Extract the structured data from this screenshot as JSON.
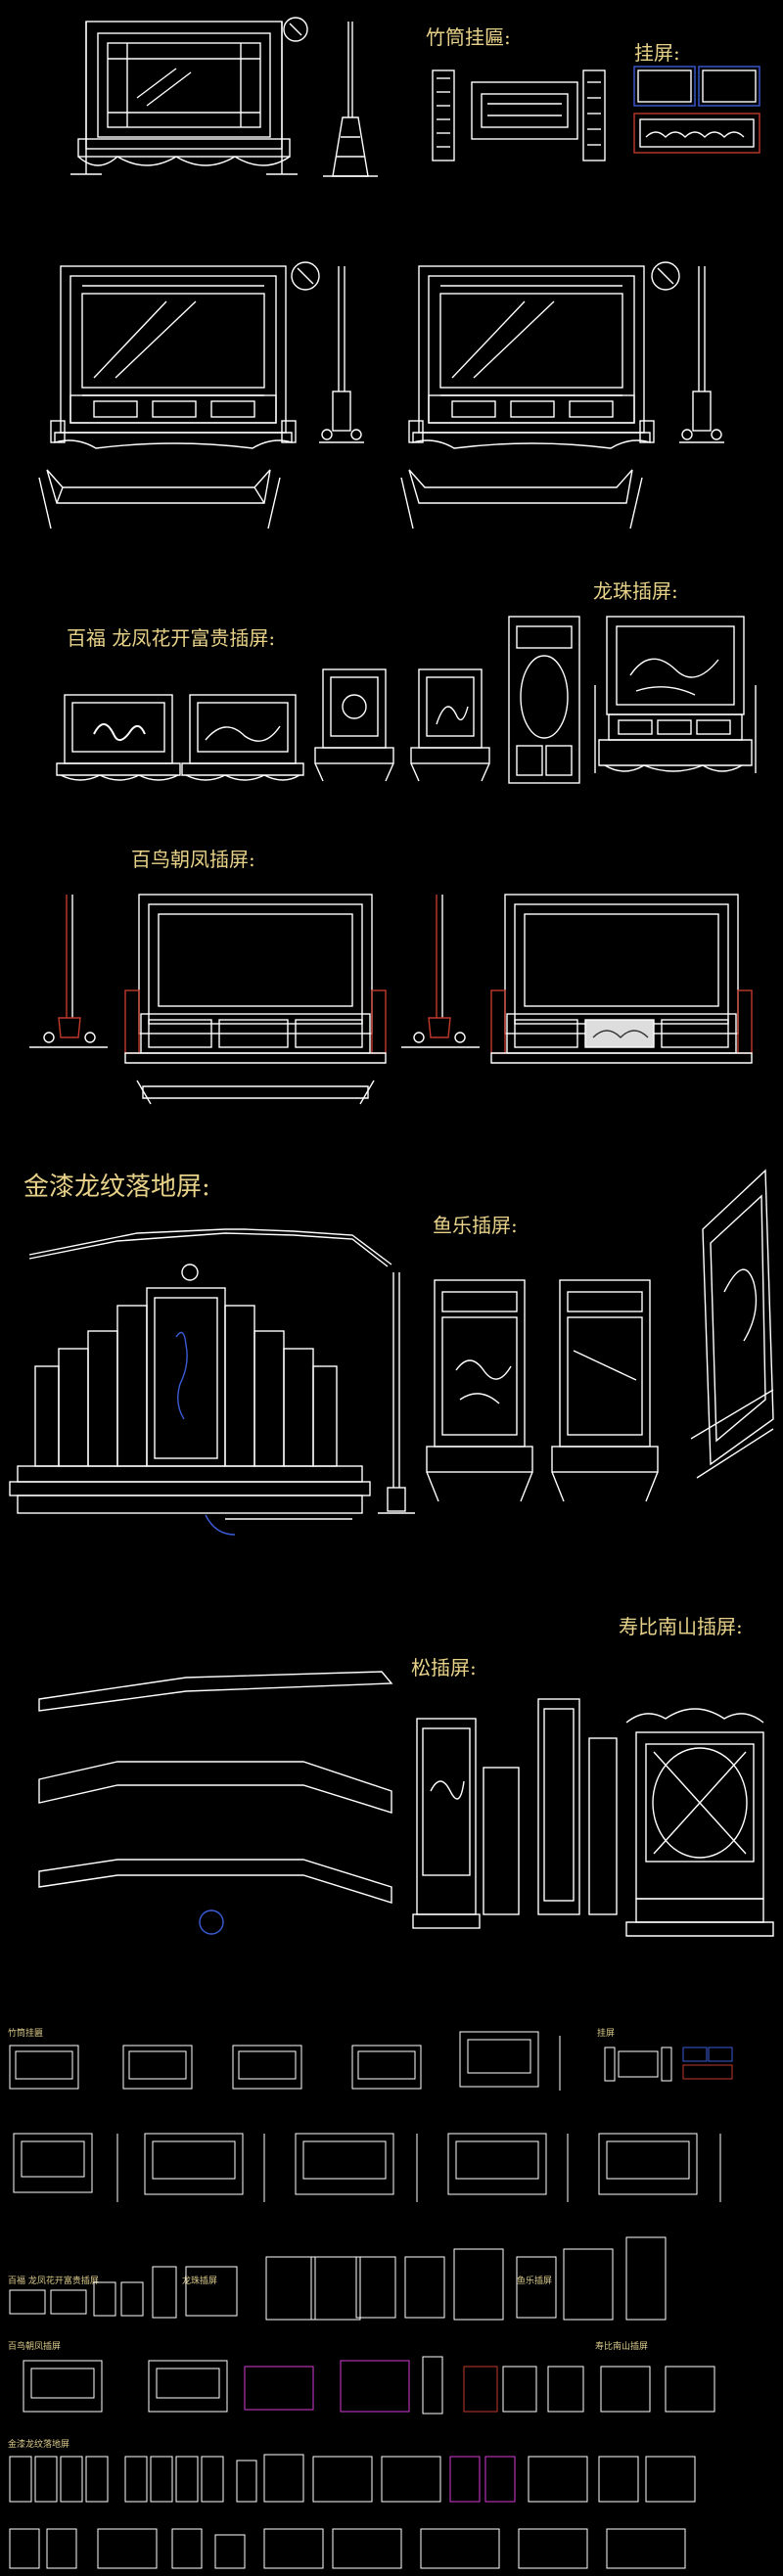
{
  "labels": {
    "zhutong": "竹筒挂匾:",
    "guaping": "挂屏:",
    "baifu": "百福 龙凤花开富贵插屏:",
    "longzhu": "龙珠插屏:",
    "bainiao": "百鸟朝凤插屏:",
    "jinqi": "金漆龙纹落地屏:",
    "yule": "鱼乐插屏:",
    "shoubi": "寿比南山插屏:",
    "song": "松插屏:"
  },
  "thumb_labels": [
    "竹筒挂匾",
    "挂屏",
    "百福 龙凤花开富贵插屏",
    "龙珠插屏",
    "百鸟朝凤插屏",
    "金漆龙纹落地屏",
    "鱼乐插屏",
    "寿比南山插屏"
  ],
  "colors": {
    "background": "#000000",
    "line": "#ffffff",
    "label": "#e8d28a",
    "accent_red": "#c0392b",
    "accent_blue": "#3b5bd6",
    "accent_magenta": "#d03bd0"
  }
}
